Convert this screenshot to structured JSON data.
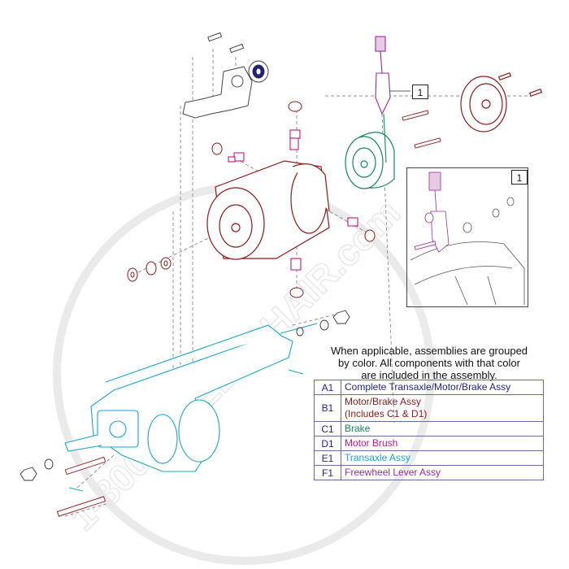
{
  "callouts": {
    "main": "1",
    "inset": "1"
  },
  "watermark": "1-800-WHEELCHAIR.com",
  "note": {
    "line1": "When applicable, assemblies are grouped",
    "line2": "by color. All components with that color",
    "line3": "are included in the assembly."
  },
  "legend": [
    {
      "code": "A1",
      "lines": [
        "Complete Transaxle/Motor/Brake Assy"
      ],
      "color": "#1f1f8c"
    },
    {
      "code": "B1",
      "lines": [
        "Motor/Brake Assy",
        "(Includes C1 & D1)"
      ],
      "color": "#8b1a1a"
    },
    {
      "code": "C1",
      "lines": [
        "Brake"
      ],
      "color": "#138a5a"
    },
    {
      "code": "D1",
      "lines": [
        "Motor Brush"
      ],
      "color": "#c4168a"
    },
    {
      "code": "E1",
      "lines": [
        "Transaxle Assy"
      ],
      "color": "#1aa6c8"
    },
    {
      "code": "F1",
      "lines": [
        "Freewheel Lever Assy"
      ],
      "color": "#9b2a9b"
    }
  ],
  "colors": {
    "motor": "#8b1a1a",
    "brake": "#138a5a",
    "brush": "#c4168a",
    "transaxle": "#1aa6c8",
    "lever": "#9b2a9b",
    "line": "#333333"
  }
}
